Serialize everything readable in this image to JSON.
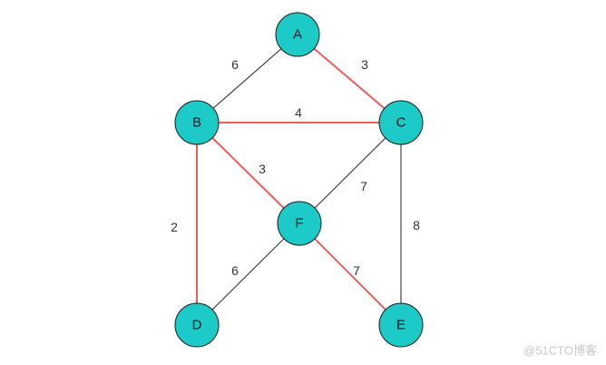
{
  "graph": {
    "nodes": [
      {
        "id": "A",
        "label": "A"
      },
      {
        "id": "B",
        "label": "B"
      },
      {
        "id": "C",
        "label": "C"
      },
      {
        "id": "F",
        "label": "F"
      },
      {
        "id": "D",
        "label": "D"
      },
      {
        "id": "E",
        "label": "E"
      }
    ],
    "edges": [
      {
        "from": "A",
        "to": "B",
        "weight": "6",
        "highlighted": false
      },
      {
        "from": "A",
        "to": "C",
        "weight": "3",
        "highlighted": true
      },
      {
        "from": "B",
        "to": "C",
        "weight": "4",
        "highlighted": true
      },
      {
        "from": "B",
        "to": "F",
        "weight": "3",
        "highlighted": true
      },
      {
        "from": "B",
        "to": "D",
        "weight": "2",
        "highlighted": true
      },
      {
        "from": "C",
        "to": "F",
        "weight": "7",
        "highlighted": false
      },
      {
        "from": "C",
        "to": "E",
        "weight": "8",
        "highlighted": false
      },
      {
        "from": "F",
        "to": "D",
        "weight": "6",
        "highlighted": false
      },
      {
        "from": "F",
        "to": "E",
        "weight": "7",
        "highlighted": true
      }
    ]
  },
  "colors": {
    "node_fill": "#1ccbc8",
    "node_stroke": "#1a1a1a",
    "edge_normal": "#222222",
    "edge_highlight": "#ee5c5c"
  },
  "watermark": {
    "text": "@51CTO博客"
  }
}
